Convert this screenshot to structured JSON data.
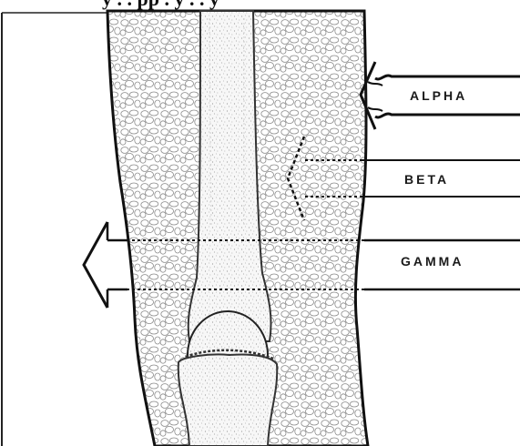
{
  "header": {
    "clipped_caption": "y . . pp . y . . y"
  },
  "arrows": [
    {
      "id": "alpha",
      "label": "ALPHA"
    },
    {
      "id": "beta",
      "label": "BETA"
    },
    {
      "id": "gamma",
      "label": "GAMMA"
    }
  ],
  "colors": {
    "ink": "#1a1a1a",
    "paper": "#ffffff",
    "bone_stipple": "#bdbdbd"
  }
}
